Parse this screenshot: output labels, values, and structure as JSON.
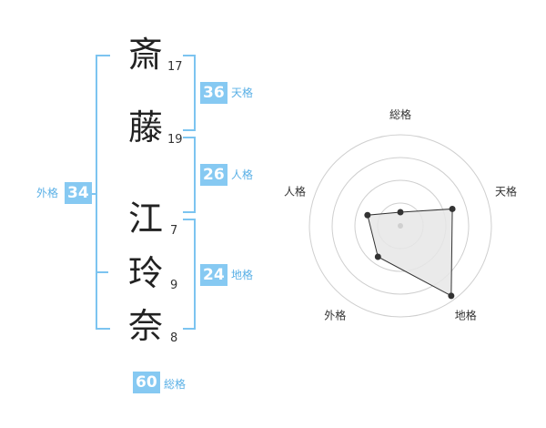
{
  "name": {
    "chars": [
      {
        "char": "斎",
        "strokes": "17"
      },
      {
        "char": "藤",
        "strokes": "19"
      },
      {
        "char": "江",
        "strokes": "7"
      },
      {
        "char": "玲",
        "strokes": "9"
      },
      {
        "char": "奈",
        "strokes": "8"
      }
    ]
  },
  "fortunes": {
    "tenkaku": {
      "value": "36",
      "label": "天格"
    },
    "jinkaku": {
      "value": "26",
      "label": "人格"
    },
    "chikaku": {
      "value": "24",
      "label": "地格"
    },
    "gaikaku": {
      "value": "34",
      "label": "外格"
    },
    "soukaku": {
      "value": "60",
      "label": "総格"
    }
  },
  "chart_data": {
    "type": "radar",
    "axes": [
      "総格",
      "天格",
      "地格",
      "外格",
      "人格"
    ],
    "values": [
      0.15,
      0.6,
      0.95,
      0.42,
      0.38
    ],
    "range": [
      0,
      1
    ],
    "rings": 4,
    "accent_color": "#86c9f2",
    "fill_color": "#e6e6e6"
  }
}
